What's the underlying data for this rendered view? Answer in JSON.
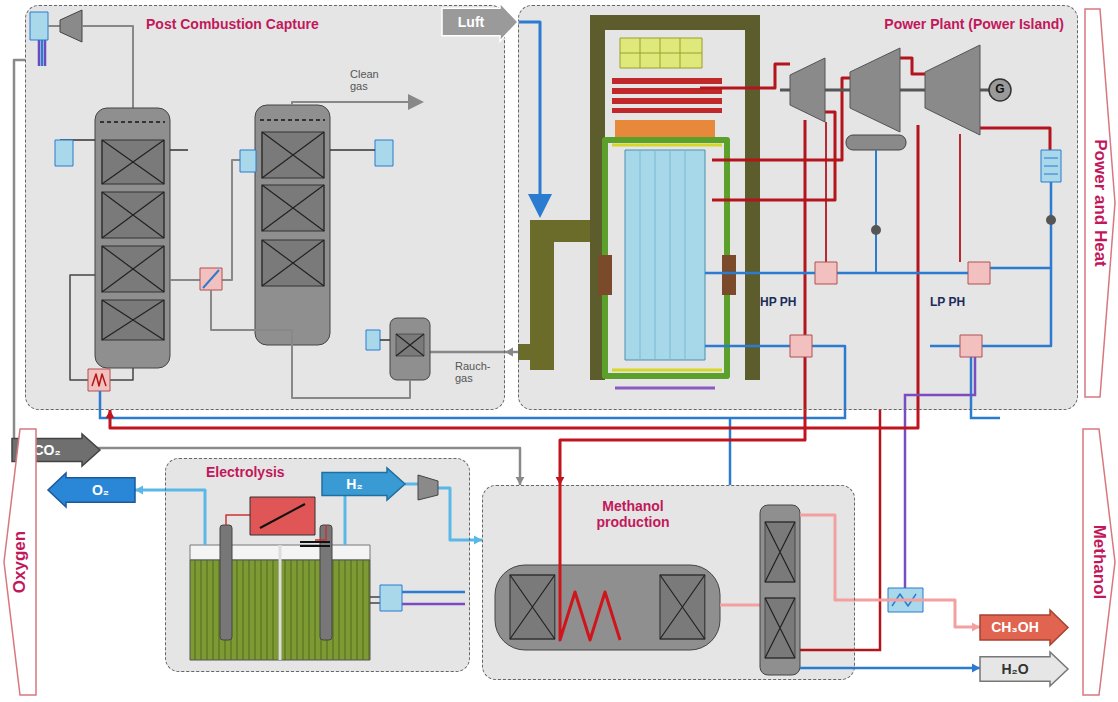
{
  "diagram": {
    "nodes": [
      {
        "text": [
          "Post Combustion Capture"
        ]
      },
      {
        "text": [
          "Power Plant (Power Island)"
        ]
      },
      {
        "text": [
          "Electrolysis"
        ]
      },
      {
        "text": [
          "Methanol production"
        ]
      },
      {
        "text": [
          "Luft"
        ]
      },
      {
        "text": [
          "CO₂"
        ]
      },
      {
        "text": [
          "H₂"
        ]
      },
      {
        "text": [
          "O₂"
        ]
      },
      {
        "text": [
          "CH₃OH"
        ]
      },
      {
        "text": [
          "H₂O"
        ]
      },
      {
        "text": [
          "Power and Heat"
        ]
      },
      {
        "text": [
          "Oxygen"
        ]
      },
      {
        "text": [
          "Methanol"
        ]
      }
    ],
    "edges": [
      {
        "from": 1,
        "to": 0,
        "arrow": "to"
      },
      {
        "from": 1,
        "to": 0,
        "arrow": "to"
      },
      {
        "from": 0,
        "to": 3,
        "arrow": "to"
      },
      {
        "from": 2,
        "to": 3,
        "arrow": "to"
      },
      {
        "from": 2,
        "to": 7,
        "arrow": "to"
      },
      {
        "from": 3,
        "to": 8,
        "arrow": "to"
      },
      {
        "from": 3,
        "to": 9,
        "arrow": "to"
      },
      {
        "from": 1,
        "to": 3,
        "arrow": "to"
      }
    ],
    "labels": [
      "Clean gas",
      "Rauch- gas",
      "HP PH",
      "LP PH",
      "G"
    ]
  }
}
